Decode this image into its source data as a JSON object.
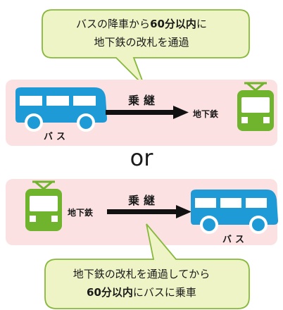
{
  "top_callout": {
    "line1_pre": "バスの降車から",
    "line1_bold": "60分以内",
    "line1_post": "に",
    "line2": "地下鉄の改札を通過"
  },
  "row1": {
    "from_label": "バス",
    "arrow_label": "乗継",
    "to_label": "地下鉄"
  },
  "separator": "or",
  "row2": {
    "from_label": "地下鉄",
    "arrow_label": "乗継",
    "to_label": "バス"
  },
  "bottom_callout": {
    "line1": "地下鉄の改札を通過してから",
    "line2_bold": "60分以内",
    "line2_post": "にバスに乗車"
  },
  "colors": {
    "bus": "#1e9bd7",
    "subway": "#6fb42c",
    "panel": "#fbe1e2",
    "callout_fill": "#eef4c6",
    "callout_stroke": "#86b83b"
  }
}
